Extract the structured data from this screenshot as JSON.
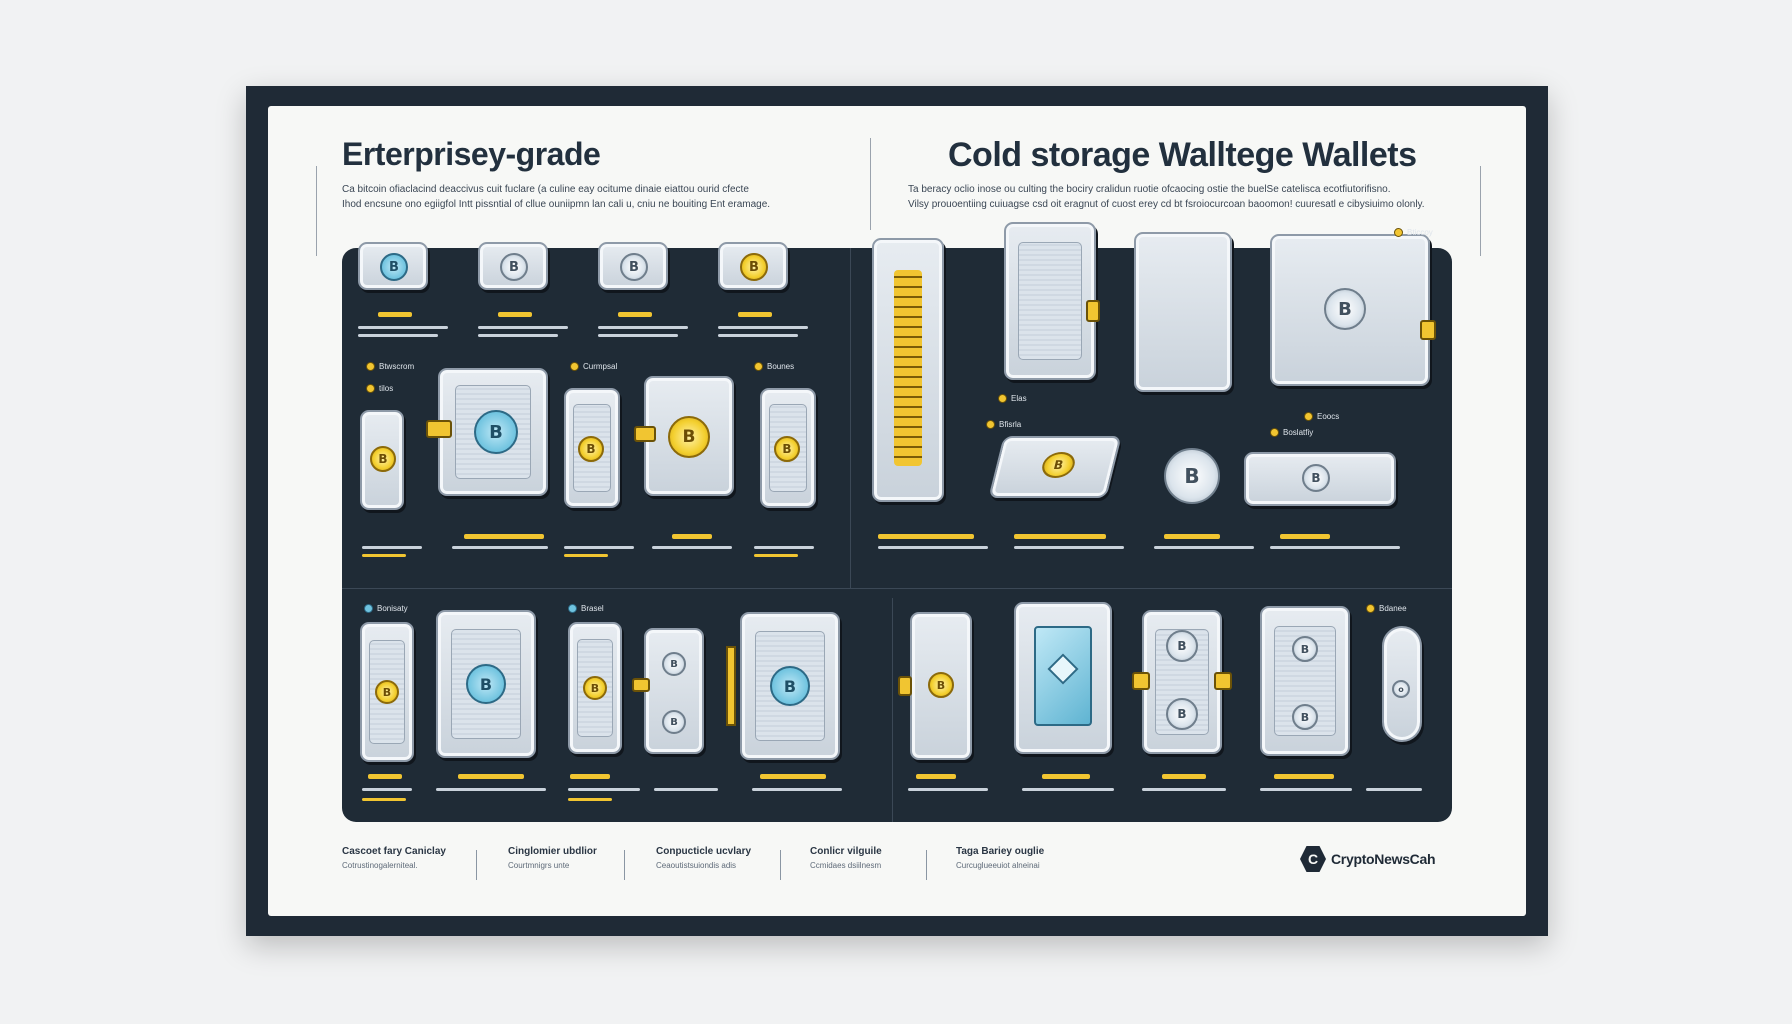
{
  "poster": {
    "title_left": "Erterprisey-grade",
    "title_right": "Cold storage Walltege Wallets",
    "intro_left": [
      "Ca bitcoin ofiaclacind deaccivus cuit fuclare (a culine eay ocitume dinaie eiattou ourid cfecte",
      "Ihod encsune ono egiigfol Intt pissntial of cllue ouniipmn lan cali u, cniu ne bouiting Ent eramage."
    ],
    "intro_right": [
      "Ta beracy oclio inose ou culting the bociry cralidun ruotie ofcaocing ostie the buelSe catelisca ecotfiutorifisno.",
      "Vilsy prouoentiing cuiuagse csd oit eragnut of cuost erey cd bt fsroiocurcoan baoomon! cuuresatl e cibysiuimo olonly."
    ],
    "footer": [
      {
        "title": "Cascoet fary Caniclay",
        "sub": "Cotrustinogalerniteal."
      },
      {
        "title": "Cinglomier ubdlior",
        "sub": "Courtmnigrs unte"
      },
      {
        "title": "Conpucticle ucvlary",
        "sub": "Ceaoutistsuiondis adis"
      },
      {
        "title": "Conlicr vilguile",
        "sub": "Ccmidaes dsiilnesm"
      },
      {
        "title": "Taga Bariey ouglie",
        "sub": "Curcuglueeuiot alneinai"
      }
    ],
    "brand": "CryptoNewsCah",
    "brand_logo": "C",
    "tags": {
      "t1": "Btwscrom",
      "t2": "tilos",
      "t3": "Curmpsal",
      "t4": "Bounes",
      "t5": "Bticcoy",
      "t6": "Elas",
      "t7": "Bfisrla",
      "t8": "Eoocs",
      "t9": "Boslatfiy",
      "t10": "Bonisaty",
      "t11": "Brasel",
      "t12": "Bdanee"
    }
  }
}
